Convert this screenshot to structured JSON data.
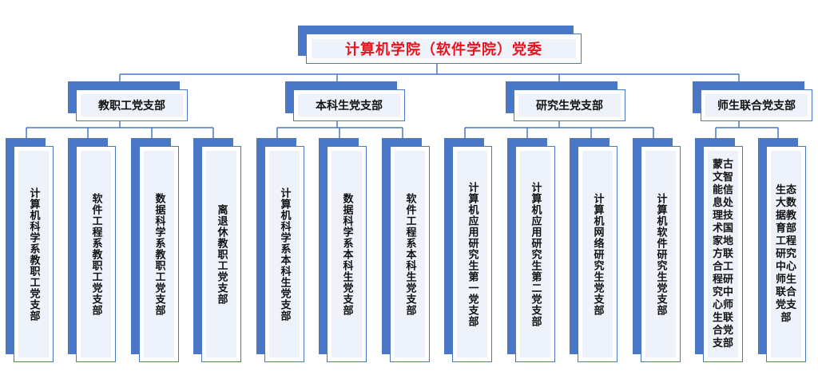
{
  "root": {
    "label": "计算机学院（软件学院）党委"
  },
  "branches": [
    {
      "label": "教职工党支部",
      "children": [
        "计算机科学系教职工党支部",
        "软件工程系教职工党支部",
        "数据科学系教职工党支部",
        "离退休教职工党支部"
      ]
    },
    {
      "label": "本科生党支部",
      "children": [
        "计算机科学系本科生党支部",
        "数据科学系本科生党支部",
        "软件工程系本科生党支部"
      ]
    },
    {
      "label": "研究生党支部",
      "children": [
        "计算机应用研究生第一党支部",
        "计算机应用研究生第二党支部",
        "计算机网络研究生党支部",
        "计算机软件研究生党支部"
      ]
    },
    {
      "label": "师生联合党支部",
      "children": [
        "蒙古文智能信息处理技术国家地方联合工程研究中心师生联合党支部",
        "生态大数据教育部工程研究中心师生联合党支部"
      ]
    }
  ],
  "colors": {
    "accent": "#4a77c6",
    "root_text": "#e8141c",
    "panel": "#edf2fb",
    "line": "#4a77c6"
  }
}
